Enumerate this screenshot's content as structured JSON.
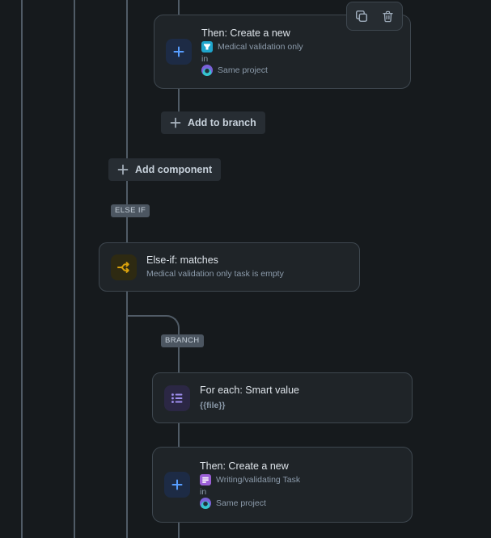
{
  "colors": {
    "accent-blue": "#579DFF",
    "amber": "#D9A10D",
    "purple": "#9F8FEF",
    "issue-cyan": "#1FA5CC",
    "issue-purple": "#9B5FD6"
  },
  "toolbar": {
    "duplicate_icon": "copy-icon",
    "delete_icon": "trash-icon"
  },
  "buttons": {
    "add_to_branch": "Add to branch",
    "add_component": "Add component"
  },
  "badges": {
    "else_if": "ELSE IF",
    "branch": "BRANCH"
  },
  "nodes": {
    "then_top": {
      "title": "Then: Create a new",
      "issue_type": "Medical validation only",
      "preposition": "in",
      "project": "Same project"
    },
    "else_if": {
      "title": "Else-if: matches",
      "subtitle": "Medical validation only task is empty"
    },
    "for_each": {
      "title": "For each: Smart value",
      "subtitle": "{{file}}"
    },
    "then_bottom": {
      "title": "Then: Create a new",
      "issue_type": "Writing/validating Task",
      "preposition": "in",
      "project": "Same project"
    }
  }
}
